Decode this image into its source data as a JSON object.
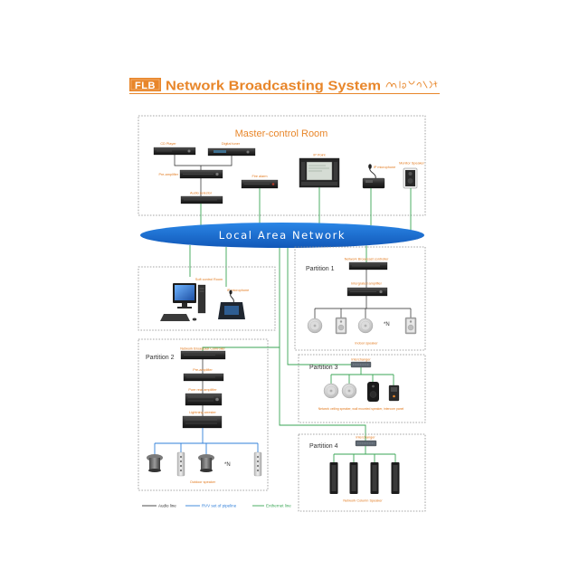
{
  "header": {
    "logo_text": "FLB",
    "title": "Network Broadcasting System"
  },
  "colors": {
    "accent": "#e8862a",
    "label": "#e27a1f",
    "lan": "#1a6fd0",
    "ethernet_line": "#3aa655",
    "audio_line": "#222222",
    "rvv_line": "#2f7fd9"
  },
  "lan": {
    "label": "Local Area Network"
  },
  "master_room": {
    "title": "Master-control Room",
    "cd_player": "CD Player",
    "digital_tuner": "Digital tuner",
    "pre_amplifier": "Pre-amplifier",
    "audio_selector": "Audio selector",
    "fire_alarm": "Fire alarm",
    "ip_point": "IP Point",
    "ip_microphone": "IP microphone",
    "monitor_speaker": "Monitor Speaker"
  },
  "soft_control": {
    "title": "Soft control Room",
    "ip_microphone": "IP microphone"
  },
  "partition_1": {
    "title": "Partition 1",
    "controller": "Network Broadcast controller",
    "amplifier": "Intergrated amplifier",
    "multiplier": "*N",
    "speakers": "Indoor speaker"
  },
  "partition_2": {
    "title": "Partition 2",
    "controller": "Network Broadcast Controller",
    "pre_amplifier": "Pre-amplifier",
    "rear_amplifier": "Pure rear amplifier",
    "arrester": "Lightning arrester",
    "multiplier": "*N",
    "speakers": "Outdoor speaker"
  },
  "partition_3": {
    "title": "Partition 3",
    "switch": "Interchanger",
    "devices": "Network ceiling speaker, wall mounted speaker, intercom panel"
  },
  "partition_4": {
    "title": "Partition 4",
    "switch": "Interchanger",
    "speakers": "Network Column Speaker"
  },
  "legend": [
    {
      "label": "Audio line"
    },
    {
      "label": "RVV set of pipeline"
    },
    {
      "label": "Enthernet line"
    }
  ]
}
